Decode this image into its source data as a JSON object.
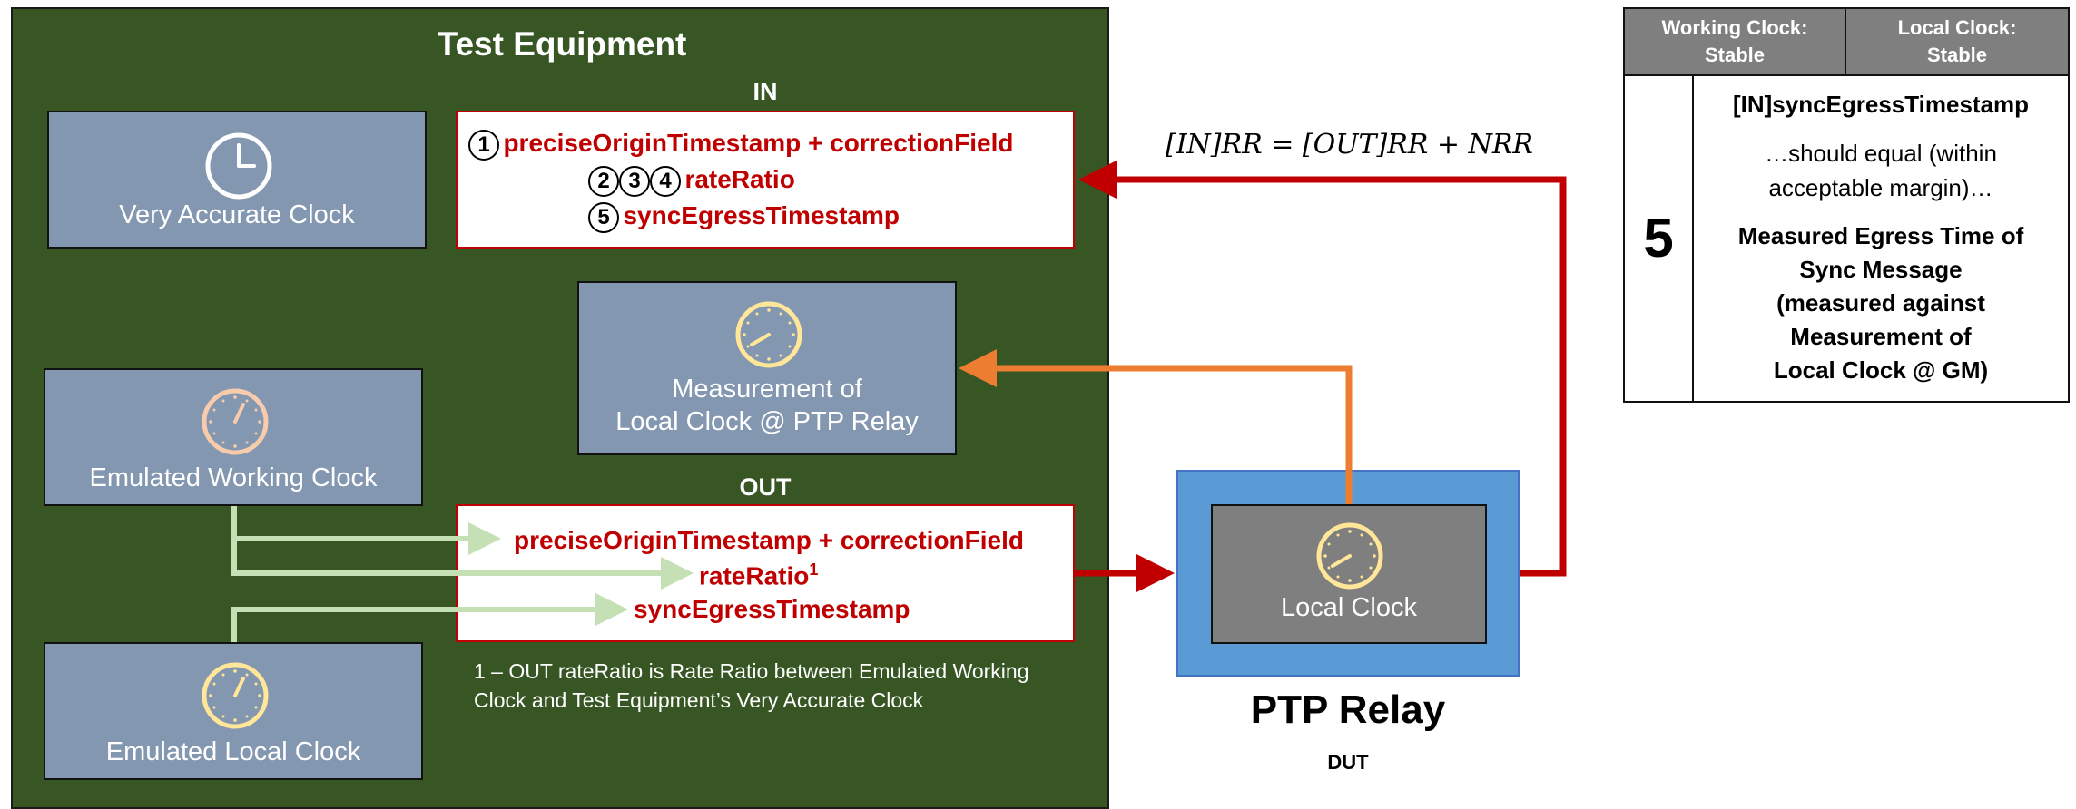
{
  "test_equipment": {
    "title": "Test Equipment",
    "very_accurate_clock": "Very Accurate Clock",
    "measurement_clock": [
      "Measurement of",
      "Local Clock @ PTP Relay"
    ],
    "emulated_working_clock": "Emulated Working Clock",
    "emulated_local_clock": "Emulated Local Clock",
    "in_label": "IN",
    "out_label": "OUT",
    "in_fields": {
      "line1_num": "1",
      "line1": "preciseOriginTimestamp + correctionField",
      "line2_nums": [
        "2",
        "3",
        "4"
      ],
      "line2": "rateRatio",
      "line3_num": "5",
      "line3": "syncEgressTimestamp"
    },
    "out_fields": {
      "line1": "preciseOriginTimestamp + correctionField",
      "line2": "rateRatio",
      "line2_sup": "1",
      "line3": "syncEgressTimestamp"
    },
    "footnote": [
      "1 – OUT rateRatio is Rate Ratio between Emulated Working",
      "Clock and Test Equipment’s Very Accurate Clock"
    ]
  },
  "ptp_relay": {
    "title": "PTP Relay",
    "subtitle": "DUT",
    "local_clock": "Local Clock"
  },
  "equation": "[IN]RR = [OUT]RR + NRR",
  "status_table": {
    "header_left": [
      "Working Clock:",
      "Stable"
    ],
    "header_right": [
      "Local Clock:",
      "Stable"
    ],
    "row_number": "5",
    "line1": "[IN]syncEgressTimestamp",
    "line2": [
      "…should equal (within",
      "acceptable margin)…"
    ],
    "line3": [
      "Measured Egress Time of",
      "Sync Message",
      "(measured against",
      "Measurement of",
      "Local Clock @ GM)"
    ]
  },
  "colors": {
    "equipment_bg": "#375623",
    "clock_box": "#8497b0",
    "red_arrow": "#c00000",
    "orange_arrow": "#ed7d31",
    "green_arrow": "#c5e0b4",
    "relay_bg": "#5b9bd5"
  },
  "icons": [
    "clock-white-icon",
    "clock-orange-icon",
    "clock-yellow-icon"
  ]
}
